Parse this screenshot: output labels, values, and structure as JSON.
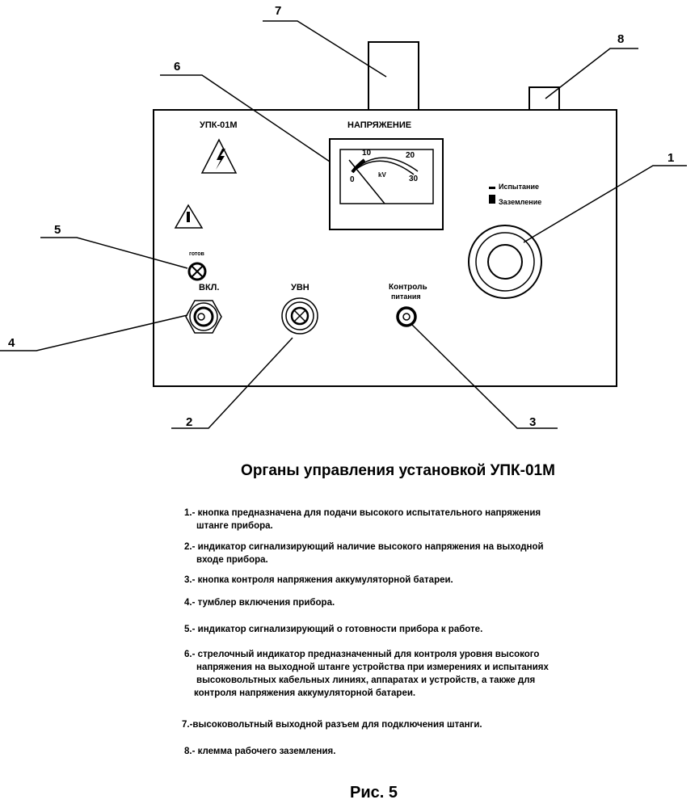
{
  "panel": {
    "model": "УПК-01М",
    "meter_title": "НАПРЯЖЕНИЕ",
    "meter_ticks": [
      "0",
      "10",
      "20",
      "30"
    ],
    "meter_unit": "kV",
    "mode_test": "Испытание",
    "mode_ground": "Заземление",
    "ready_label": "готов",
    "on_label": "ВКЛ.",
    "uvn_label": "УВН",
    "power_check_label": [
      "Контроль",
      "питания"
    ]
  },
  "callouts": [
    "1",
    "2",
    "3",
    "4",
    "5",
    "6",
    "7",
    "8"
  ],
  "title": "Органы управления установкой  УПК-01М",
  "items": [
    {
      "num": "1.-",
      "lines": [
        "кнопка предназначена для подачи высокого испытательного напряжения",
        "штанге прибора."
      ]
    },
    {
      "num": "2.-",
      "lines": [
        "индикатор сигнализирующий наличие высокого напряжения на выходной",
        "входе прибора."
      ]
    },
    {
      "num": "3.-",
      "lines": [
        "кнопка контроля напряжения аккумуляторной батареи."
      ]
    },
    {
      "num": "4.-",
      "lines": [
        "тумблер включения прибора."
      ]
    },
    {
      "num": "5.-",
      "lines": [
        "индикатор сигнализирующий о готовности прибора к работе."
      ]
    },
    {
      "num": "6.-",
      "lines": [
        "стрелочный индикатор предназначенный для контроля  уровня высокого",
        "напряжения на выходной штанге устройства при  измерениях и испытаниях",
        "высоковольтных кабельных линиях, аппаратах и устройств, а также для",
        "контроля напряжения аккумуляторной батареи."
      ]
    },
    {
      "num": "7.-",
      "lines": [
        "высоковольтный выходной разъем для подключения штанги."
      ]
    },
    {
      "num": "8.-",
      "lines": [
        "клемма рабочего заземления."
      ]
    }
  ],
  "figure": "Рис. 5"
}
